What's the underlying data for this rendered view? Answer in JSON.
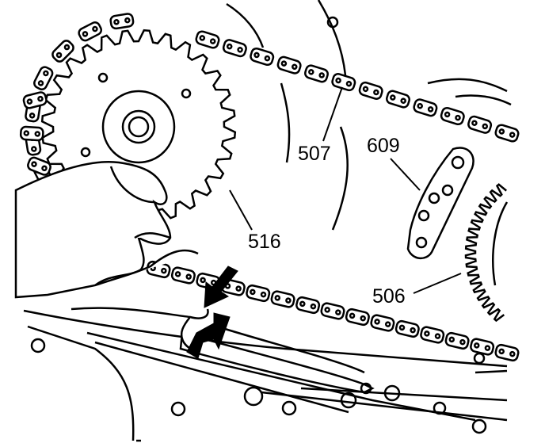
{
  "diagram": {
    "callouts": [
      {
        "id": "507",
        "text": "507"
      },
      {
        "id": "609",
        "text": "609"
      },
      {
        "id": "516",
        "text": "516"
      },
      {
        "id": "506",
        "text": "506"
      }
    ]
  },
  "colors": {
    "ink": "#000000",
    "paper": "#ffffff"
  }
}
